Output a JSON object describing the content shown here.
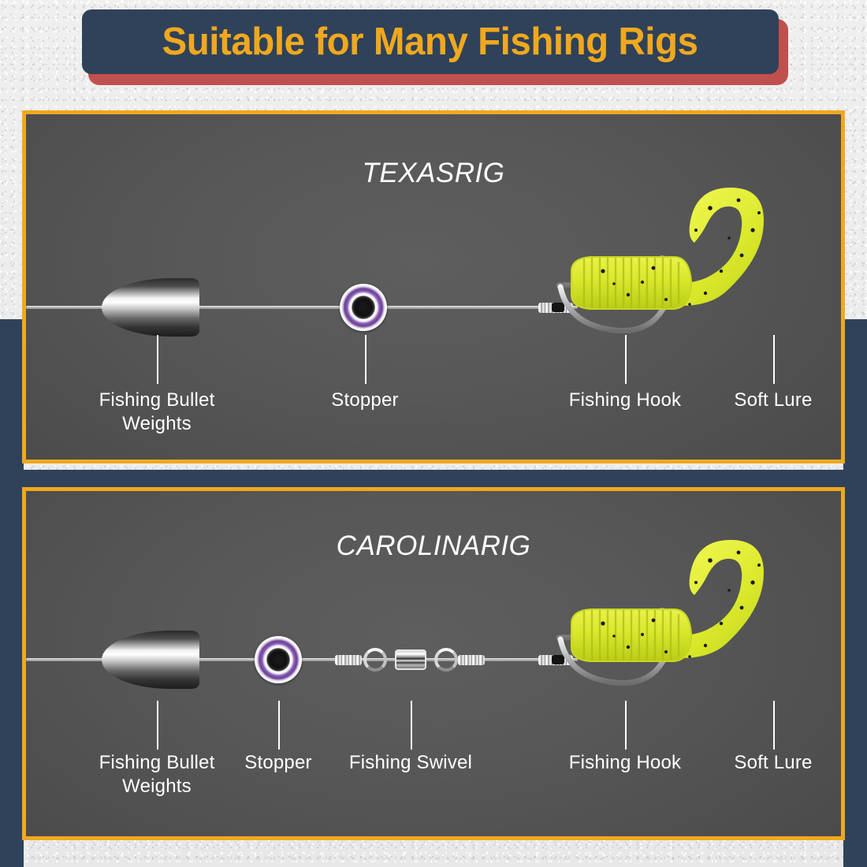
{
  "header": {
    "title": "Suitable for Many Fishing Rigs",
    "banner_color": "#2f4259",
    "accent_color": "#c0504e",
    "title_color": "#f0a81e"
  },
  "theme": {
    "panel_border": "#f0a81e",
    "panel_background": "#575757",
    "rail_color": "#2f4259",
    "page_background": "#ededed",
    "label_color": "#ffffff",
    "lure_color": "#d8e62a",
    "lure_fleck_color": "#1a1a0a",
    "bead_color": "#6b3e95",
    "line_color": "#cfcfcf",
    "metal_color": "#c9c9c9"
  },
  "panels": [
    {
      "id": "texas",
      "title": "TEXASRIG",
      "components": [
        {
          "name": "fishing-bullet-weights",
          "label": "Fishing Bullet\nWeights",
          "icon": "bullet-weight-icon"
        },
        {
          "name": "stopper",
          "label": "Stopper",
          "icon": "bead-stopper-icon"
        },
        {
          "name": "fishing-hook",
          "label": "Fishing Hook",
          "icon": "hook-icon"
        },
        {
          "name": "soft-lure",
          "label": "Soft Lure",
          "icon": "curly-tail-grub-icon"
        }
      ]
    },
    {
      "id": "carolina",
      "title": "CAROLINARIG",
      "components": [
        {
          "name": "fishing-bullet-weights",
          "label": "Fishing Bullet\nWeights",
          "icon": "bullet-weight-icon"
        },
        {
          "name": "stopper",
          "label": "Stopper",
          "icon": "bead-stopper-icon"
        },
        {
          "name": "fishing-swivel",
          "label": "Fishing Swivel",
          "icon": "barrel-swivel-icon"
        },
        {
          "name": "fishing-hook",
          "label": "Fishing Hook",
          "icon": "hook-icon"
        },
        {
          "name": "soft-lure",
          "label": "Soft Lure",
          "icon": "curly-tail-grub-icon"
        }
      ]
    }
  ]
}
